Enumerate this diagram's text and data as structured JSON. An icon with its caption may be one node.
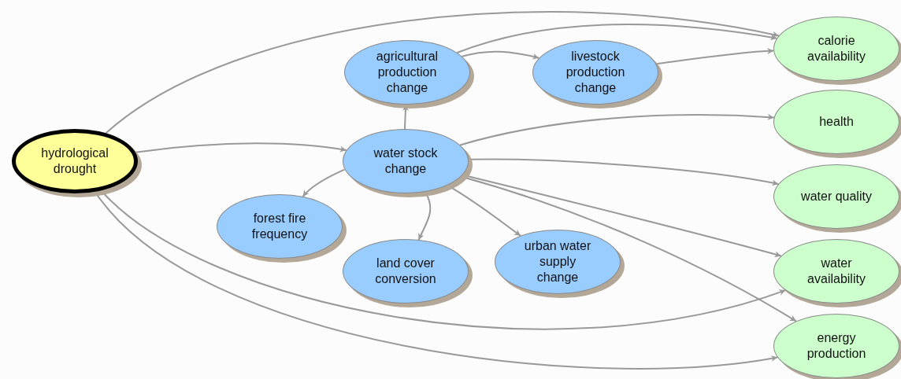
{
  "diagram": {
    "nodes": [
      {
        "text": [
          "hydrological drought"
        ]
      },
      {
        "text": [
          "agricultural production change"
        ]
      },
      {
        "text": [
          "livestock production change"
        ]
      },
      {
        "text": [
          "water stock change"
        ]
      },
      {
        "text": [
          "forest fire frequency"
        ]
      },
      {
        "text": [
          "land cover conversion"
        ]
      },
      {
        "text": [
          "urban water supply change"
        ]
      },
      {
        "text": [
          "calorie availability"
        ]
      },
      {
        "text": [
          "health"
        ]
      },
      {
        "text": [
          "water quality"
        ]
      },
      {
        "text": [
          "water availability"
        ]
      },
      {
        "text": [
          "energy production"
        ]
      }
    ],
    "edges": [
      {
        "from": 0,
        "to": 7,
        "arrow": "to"
      },
      {
        "from": 0,
        "to": 3,
        "arrow": "to"
      },
      {
        "from": 0,
        "to": 10,
        "arrow": "to"
      },
      {
        "from": 0,
        "to": 11,
        "arrow": "to"
      },
      {
        "from": 3,
        "to": 1,
        "arrow": "to"
      },
      {
        "from": 1,
        "to": 7,
        "arrow": "to"
      },
      {
        "from": 1,
        "to": 2,
        "arrow": "to"
      },
      {
        "from": 2,
        "to": 7,
        "arrow": "to"
      },
      {
        "from": 3,
        "to": 8,
        "arrow": "to"
      },
      {
        "from": 3,
        "to": 9,
        "arrow": "to"
      },
      {
        "from": 3,
        "to": 10,
        "arrow": "to"
      },
      {
        "from": 3,
        "to": 11,
        "arrow": "to"
      },
      {
        "from": 3,
        "to": 4,
        "arrow": "to"
      },
      {
        "from": 3,
        "to": 5,
        "arrow": "to"
      },
      {
        "from": 3,
        "to": 6,
        "arrow": "to"
      }
    ]
  }
}
